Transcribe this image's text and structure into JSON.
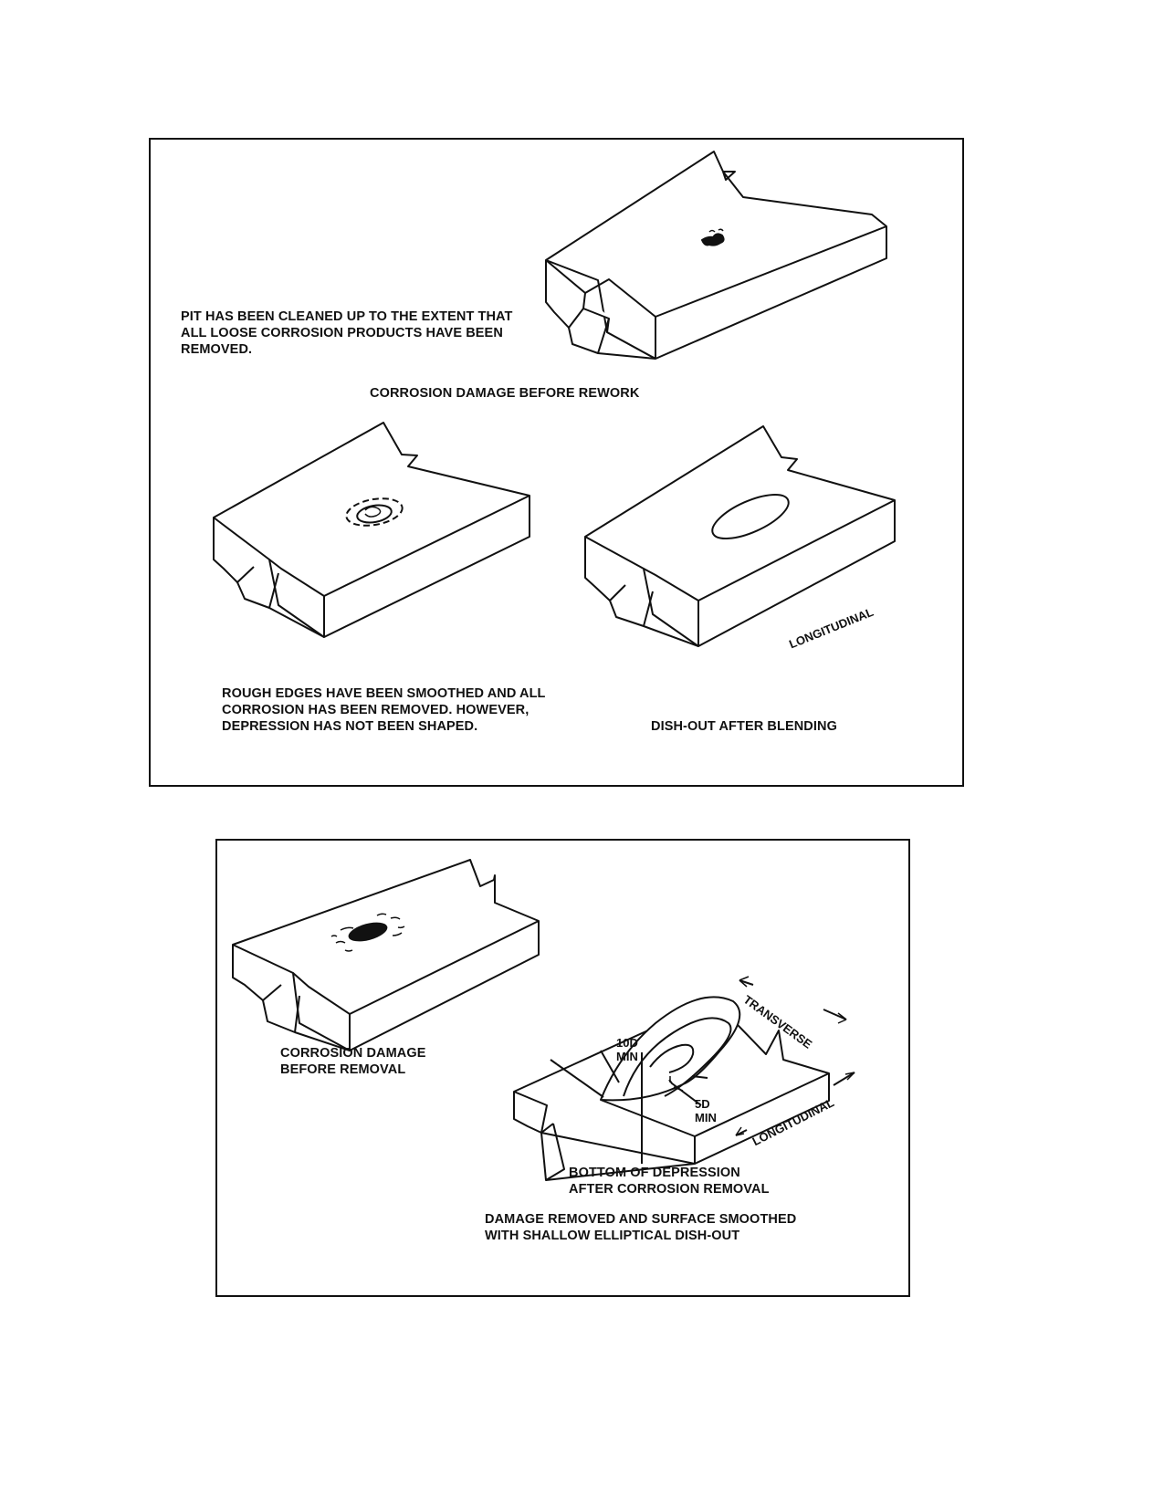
{
  "top_panel": {
    "pit_note": "PIT HAS BEEN CLEANED UP TO THE EXTENT THAT\nALL LOOSE CORROSION PRODUCTS HAVE BEEN\nREMOVED.",
    "before_rework_caption": "CORROSION DAMAGE BEFORE REWORK",
    "rough_edges_note": "ROUGH EDGES HAVE BEEN SMOOTHED AND ALL\nCORROSION HAS BEEN REMOVED.  HOWEVER,\nDEPRESSION HAS NOT BEEN SHAPED.",
    "dishout_caption": "DISH-OUT AFTER BLENDING",
    "longitudinal_label": "LONGITUDINAL"
  },
  "bottom_panel": {
    "before_removal_caption": "CORROSION DAMAGE\nBEFORE REMOVAL",
    "transverse_label": "TRANSVERSE",
    "longitudinal_label": "LONGITUDINAL",
    "dim_10d": "10D\nMIN",
    "dim_5d": "5D\nMIN",
    "bottom_depression_label": "BOTTOM OF DEPRESSION\nAFTER CORROSION REMOVAL",
    "final_caption": "DAMAGE REMOVED AND SURFACE SMOOTHED\nWITH SHALLOW ELLIPTICAL DISH-OUT"
  }
}
